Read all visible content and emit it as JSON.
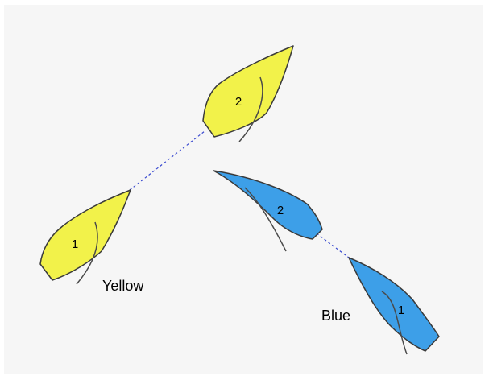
{
  "colors": {
    "yellow_hull": "#f2f24a",
    "blue_hull": "#3d9fe8",
    "outline": "#3a3a3a",
    "sail": "#4a4a4a",
    "connector": "#3a4ad0"
  },
  "labels": {
    "yellow": "Yellow",
    "blue": "Blue"
  },
  "boats": {
    "yellow_1": "1",
    "yellow_2": "2",
    "blue_1": "1",
    "blue_2": "2"
  }
}
